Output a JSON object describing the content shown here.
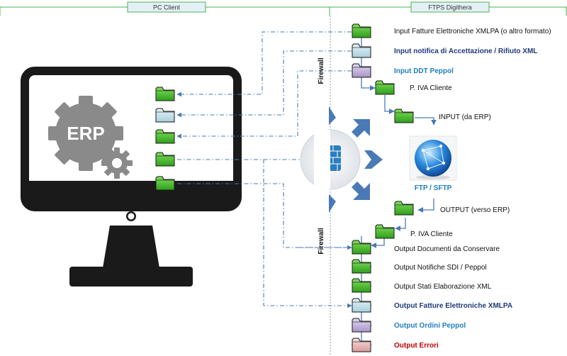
{
  "headers": {
    "pc_client": "PC Client",
    "ftps": "FTPS Digithera"
  },
  "erp_label": "ERP",
  "firewall_label": "Firewall",
  "ftp_label": "FTP / SFTP",
  "items": {
    "input_fatture": "Input Fatture Elettroniche XMLPA (o altro formato)",
    "input_notifica": "Input notifica di Accettazione / Rifiuto XML",
    "input_ddt": "Input DDT Peppol",
    "piva_in": "P. IVA Cliente",
    "input_erp": "INPUT (da ERP)",
    "output_erp": "OUTPUT (verso ERP)",
    "piva_out": "P. IVA Cliente",
    "out_documenti": "Output Documenti da Conservare",
    "out_notifiche": "Output Notifiche SDI / Peppol",
    "out_stati": "Output Stati Elaborazione XML",
    "out_fatture": "Output Fatture Elettroniche XMLPA",
    "out_ordini": "Output Ordini Peppol",
    "out_errori": "Output Errori"
  },
  "colors": {
    "header_border": "#4caf50",
    "header_fill": "#e4f0f8",
    "arrow": "#4a7ab5",
    "folder_green": "#55c233",
    "folder_lightblue": "#c9e3ec",
    "folder_lilac": "#c8b8de",
    "folder_pink": "#f0c4c4",
    "monitor": "#1a1a1a",
    "gear": "#8a8a8a"
  },
  "icons": [
    "folder-icon",
    "erp-gear-icon",
    "firewall-icon",
    "globe-network-icon",
    "monitor-icon"
  ]
}
